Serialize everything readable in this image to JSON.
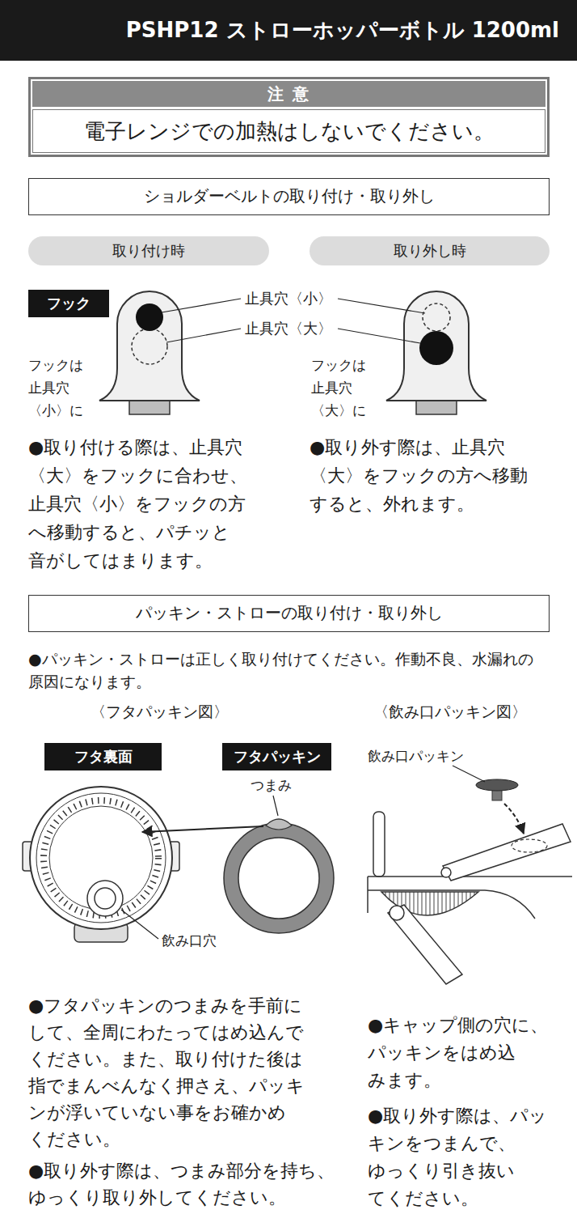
{
  "diagram": {
    "title": "PSHP12 ストローホッパーボトル 1200ml",
    "nodes": [
      {
        "text": [
          "注 意",
          "電子レンジでの加熱はしないでください。"
        ]
      },
      {
        "text": [
          "ショルダーベルトの取り付け・取り外し"
        ]
      },
      {
        "text": [
          "取り付け時"
        ]
      },
      {
        "text": [
          "取り外し時"
        ]
      },
      {
        "text": [
          "フック"
        ]
      },
      {
        "text": [
          "パッキン・ストローの取り付け・取り外し"
        ]
      },
      {
        "text": [
          "フタ裏面"
        ]
      },
      {
        "text": [
          "フタパッキン"
        ]
      }
    ],
    "labels": [
      "止具穴〈小〉",
      "止具穴〈大〉",
      "フックは 止具穴 〈小〉に",
      "フックは 止具穴 〈大〉に",
      "●取り付ける際は、止具穴 〈大〉をフックに合わせ、 止具穴〈小〉をフックの方 へ移動すると、パチッと 音がしてはまります。",
      "●取り外す際は、止具穴 〈大〉をフックの方へ移動 すると、外れます。",
      "●パッキン・ストローは正しく取り付けてください。作動不良、水漏れの 原因になります。",
      "〈フタパッキン図〉",
      "〈飲み口パッキン図〉",
      "つまみ",
      "飲み口パッキン",
      "飲み口穴",
      "●フタパッキンのつまみを手前に して、全周にわたってはめ込んで ください。また、取り付けた後は 指でまんべんなく押さえ、パッキ ンが浮いていない事をお確かめ ください。",
      "●取り外す際は、つまみ部分を持ち、 ゆっくり取り外してください。",
      "●キャップ側の穴に、 パッキンをはめ込 みます。",
      "●取り外す際は、パッ キンをつまんで、 ゆっくり引き抜い てください。"
    ]
  }
}
